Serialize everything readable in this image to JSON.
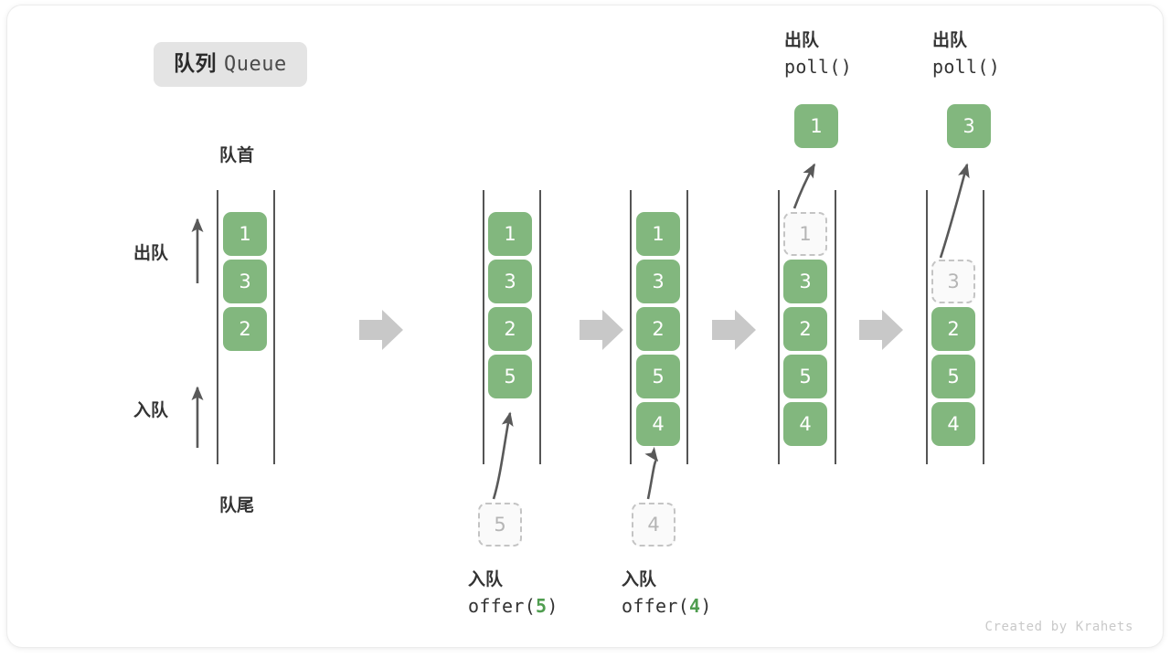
{
  "title": {
    "cn": "队列",
    "en": "Queue"
  },
  "side_labels": {
    "front": "队首",
    "rear": "队尾",
    "dequeue": "出队",
    "enqueue": "入队"
  },
  "credit": "Created by Krahets",
  "colors": {
    "element": "#82b77e",
    "ghost_border": "#c4c4c4",
    "ghost_fill": "#fafafa",
    "ghost_text": "#b5b5b5",
    "rail": "#555555",
    "arrow": "#595959",
    "step_arrow": "#c8c8c8",
    "chip_bg": "#e4e4e4",
    "text": "#333333",
    "accent_arg": "#4f9d4f"
  },
  "steps": [
    {
      "id": "initial",
      "caption_cn": "",
      "caption_code": "",
      "elements": [
        "1",
        "3",
        "2"
      ],
      "ghost_index": -1,
      "ghost_value": "",
      "popped_value": "",
      "incoming_value": ""
    },
    {
      "id": "offer-5",
      "caption_cn": "入队",
      "caption_code": "offer(5)",
      "caption_arg": "5",
      "elements": [
        "1",
        "3",
        "2",
        "5"
      ],
      "ghost_index": -1,
      "ghost_value": "",
      "popped_value": "",
      "incoming_value": "5"
    },
    {
      "id": "offer-4",
      "caption_cn": "入队",
      "caption_code": "offer(4)",
      "caption_arg": "4",
      "elements": [
        "1",
        "3",
        "2",
        "5",
        "4"
      ],
      "ghost_index": -1,
      "ghost_value": "",
      "popped_value": "",
      "incoming_value": "4"
    },
    {
      "id": "poll-1",
      "caption_cn": "出队",
      "caption_code": "poll()",
      "caption_arg": "",
      "elements": [
        "1",
        "3",
        "2",
        "5",
        "4"
      ],
      "ghost_index": 0,
      "ghost_value": "1",
      "popped_value": "1",
      "incoming_value": ""
    },
    {
      "id": "poll-3",
      "caption_cn": "出队",
      "caption_code": "poll()",
      "caption_arg": "",
      "elements": [
        "3",
        "2",
        "5",
        "4"
      ],
      "ghost_index": 0,
      "ghost_value": "3",
      "popped_value": "3",
      "incoming_value": ""
    }
  ],
  "enqueue_labels": [
    {
      "cn": "入队",
      "code_prefix": "offer(",
      "arg": "5",
      "code_suffix": ")"
    },
    {
      "cn": "入队",
      "code_prefix": "offer(",
      "arg": "4",
      "code_suffix": ")"
    }
  ],
  "dequeue_labels": [
    {
      "cn": "出队",
      "code": "poll()"
    },
    {
      "cn": "出队",
      "code": "poll()"
    }
  ]
}
